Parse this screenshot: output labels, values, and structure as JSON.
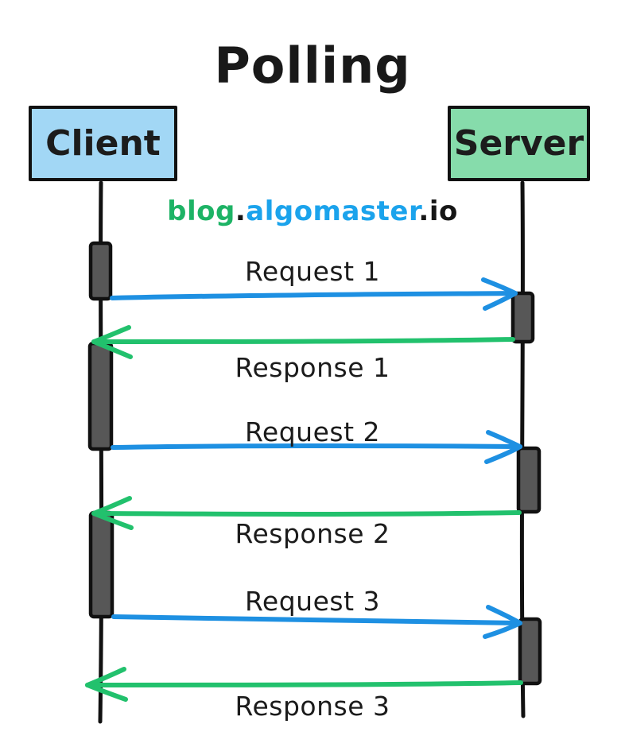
{
  "title": "Polling",
  "watermark": {
    "blog": "blog",
    "dot1": ".",
    "algomaster": "algomaster",
    "dot2": ".",
    "io": "io"
  },
  "actors": [
    {
      "id": "client",
      "label": "Client"
    },
    {
      "id": "server",
      "label": "Server"
    }
  ],
  "messages": [
    {
      "label": "Request 1",
      "from": "client",
      "to": "server",
      "type": "request"
    },
    {
      "label": "Response 1",
      "from": "server",
      "to": "client",
      "type": "response"
    },
    {
      "label": "Request 2",
      "from": "client",
      "to": "server",
      "type": "request"
    },
    {
      "label": "Response 2",
      "from": "server",
      "to": "client",
      "type": "response"
    },
    {
      "label": "Request 3",
      "from": "client",
      "to": "server",
      "type": "request"
    },
    {
      "label": "Response 3",
      "from": "server",
      "to": "client",
      "type": "response"
    }
  ],
  "colors": {
    "request_arrow": "#1e90e2",
    "response_arrow": "#22c16d",
    "client_box": "#a2d7f5",
    "server_box": "#86dcab",
    "bar_fill": "#575757",
    "line": "#111111",
    "watermark_green": "#1db365",
    "watermark_blue": "#1ba3ec",
    "text": "#1a1a1a"
  }
}
